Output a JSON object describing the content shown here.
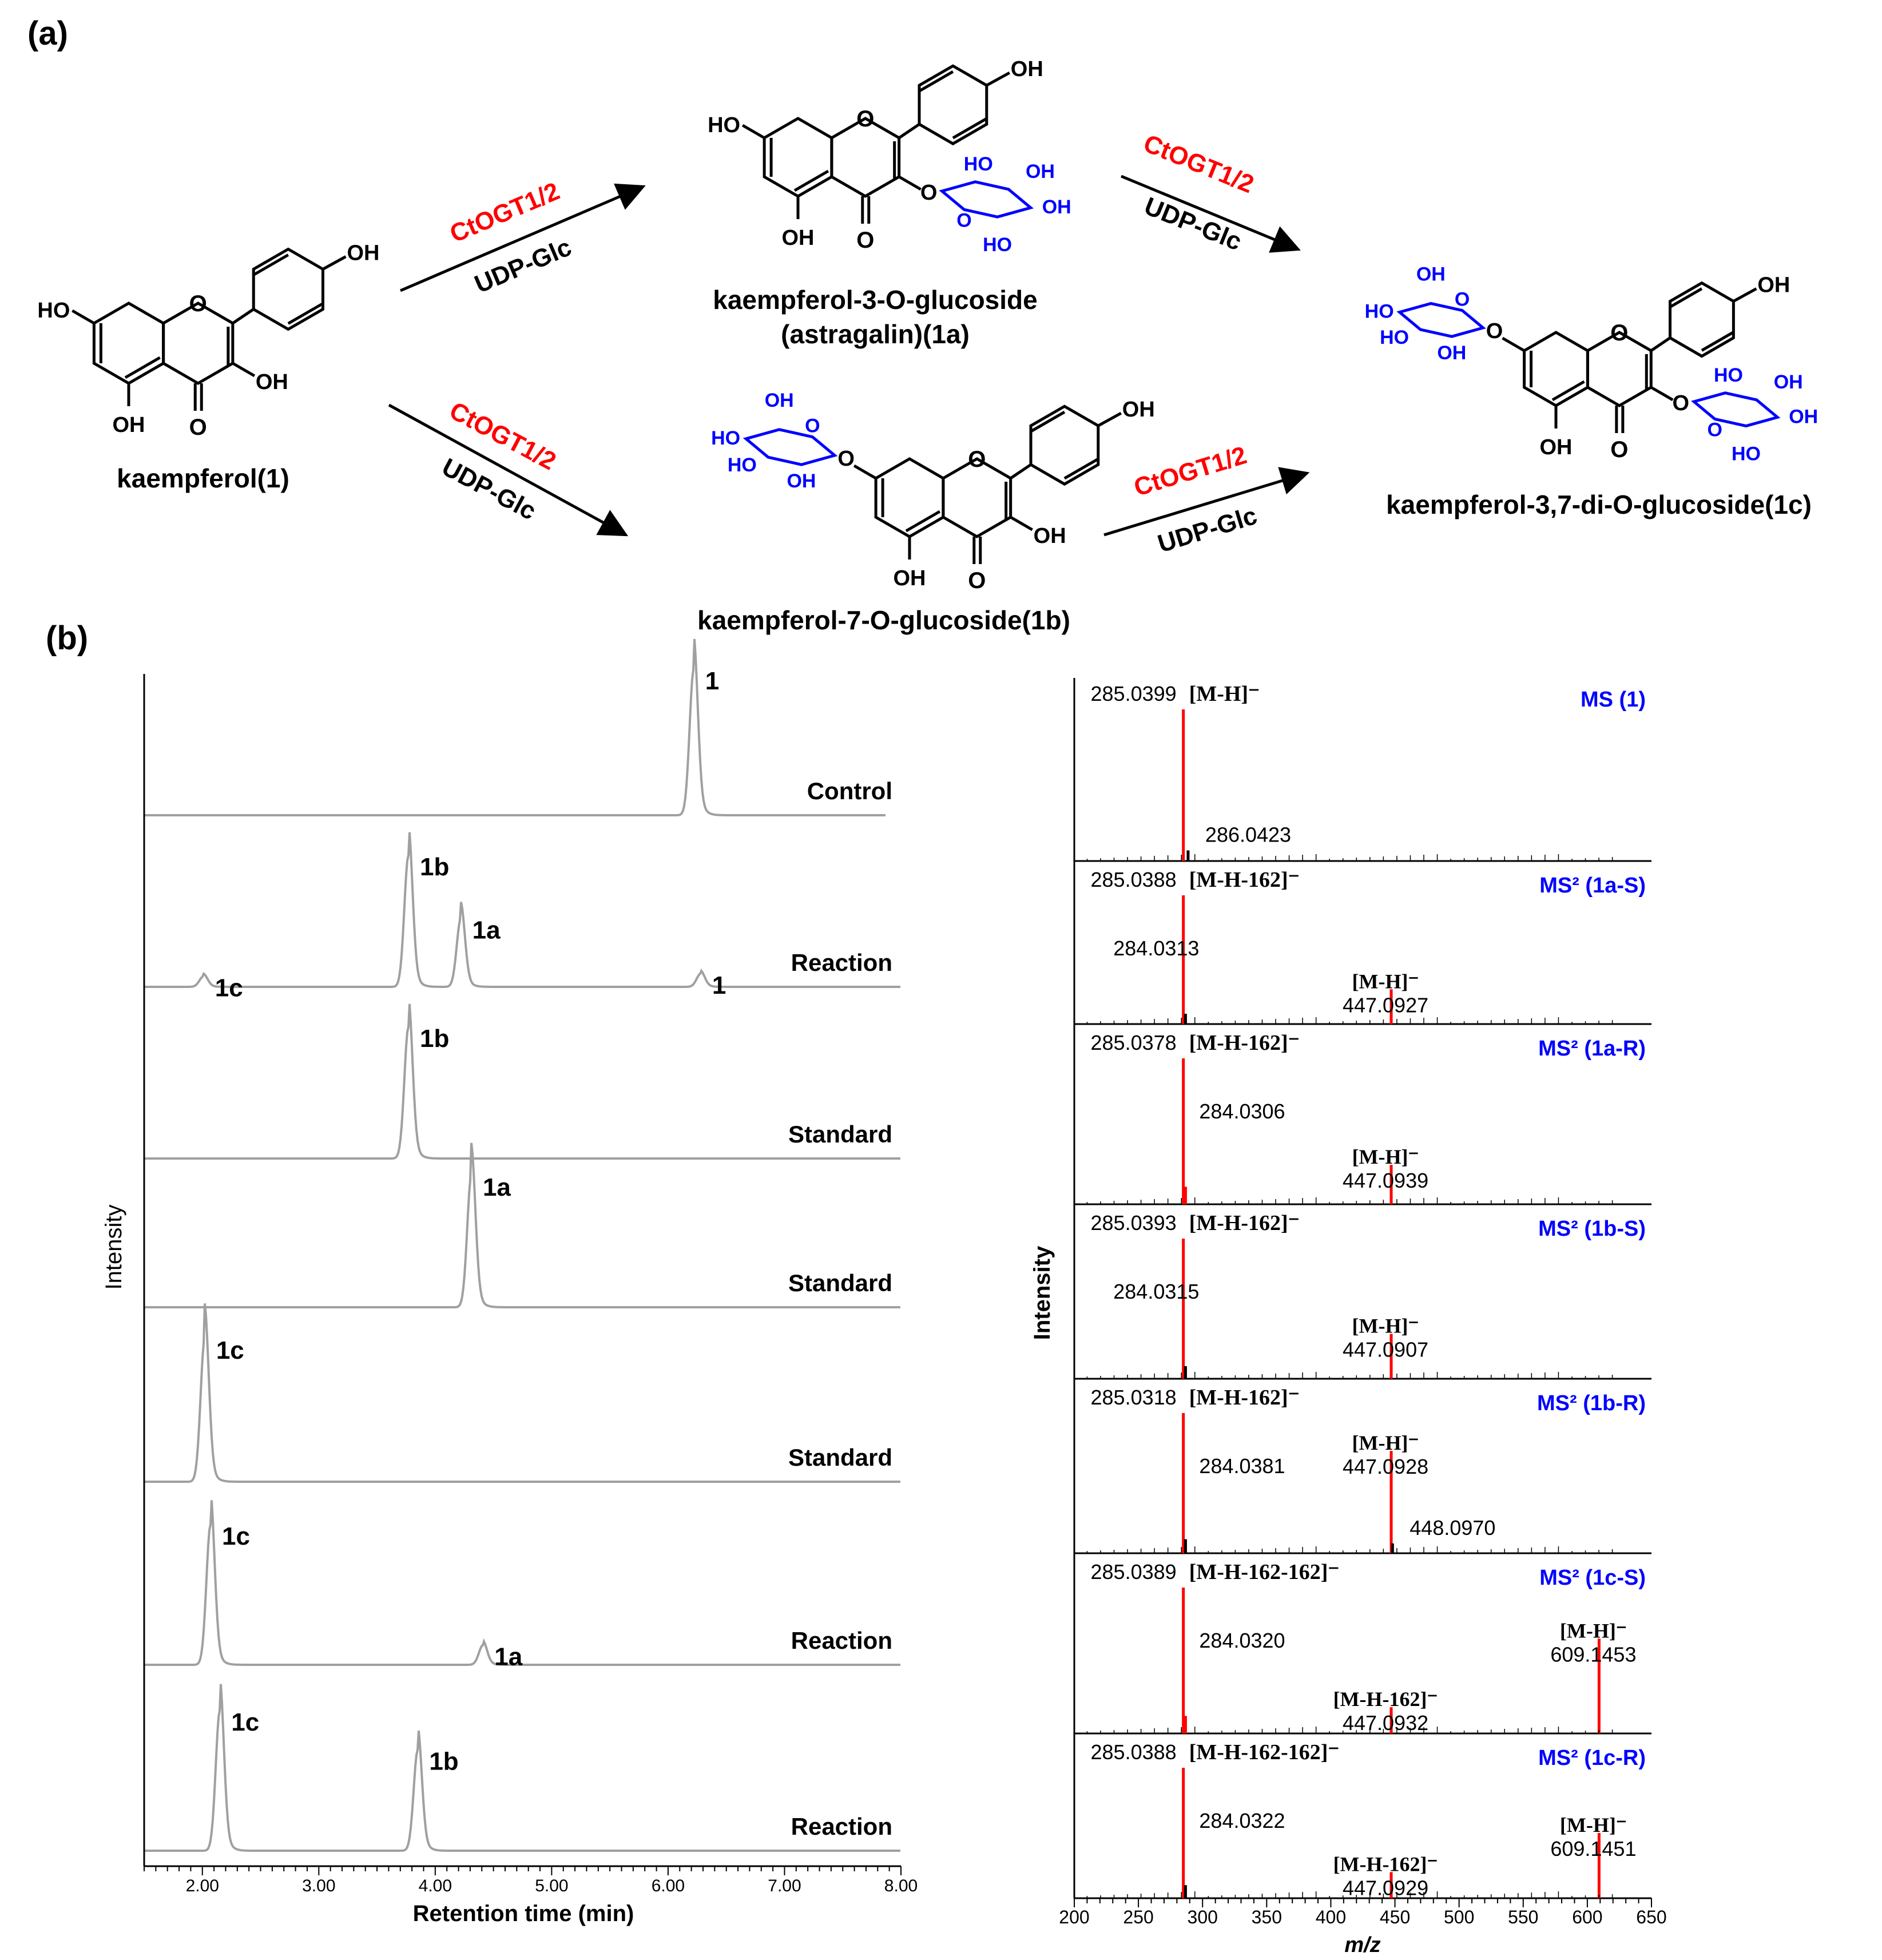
{
  "panel_a": {
    "label": "(a)",
    "enzyme": "CtOGT1/2",
    "donor": "UDP-Glc",
    "compounds": {
      "k1": "kaempferol(1)",
      "k1a_line1": "kaempferol-3-O-glucoside",
      "k1a_line2": "(astragalin)(1a)",
      "k1b": "kaempferol-7-O-glucoside(1b)",
      "k1c": "kaempferol-3,7-di-O-glucoside(1c)"
    },
    "atoms": {
      "OH": "OH",
      "HO": "HO",
      "O": "O"
    },
    "colors": {
      "enzyme": "#ff0000",
      "sugar": "#0000ff",
      "text": "#000000"
    }
  },
  "panel_b": {
    "label": "(b)",
    "colors": {
      "chromatogram": "#a0a0a0",
      "ms_peak": "#ff0000",
      "ms_label": "#0000ff"
    },
    "chart_data": [
      {
        "type": "line",
        "xlabel": "Retention time (min)",
        "ylabel": "Intensity",
        "xlim": [
          1.5,
          8.0
        ],
        "xticks": [
          "2.00",
          "3.00",
          "4.00",
          "5.00",
          "6.00",
          "7.00",
          "8.00"
        ],
        "series": [
          {
            "name": "Control",
            "peaks": [
              {
                "x": 6.22,
                "h": 1.0,
                "label": "1"
              }
            ]
          },
          {
            "name": "Reaction",
            "peaks": [
              {
                "x": 2.01,
                "h": 0.08,
                "label": "1c"
              },
              {
                "x": 3.77,
                "h": 1.0,
                "label": "1b"
              },
              {
                "x": 4.22,
                "h": 0.52,
                "label": "1a"
              },
              {
                "x": 6.28,
                "h": 0.1,
                "label": "1"
              }
            ]
          },
          {
            "name": "Standard",
            "peaks": [
              {
                "x": 3.77,
                "h": 1.0,
                "label": "1b"
              }
            ]
          },
          {
            "name": "Standard",
            "peaks": [
              {
                "x": 4.31,
                "h": 1.0,
                "label": "1a"
              }
            ]
          },
          {
            "name": "Standard",
            "peaks": [
              {
                "x": 2.02,
                "h": 1.0,
                "label": "1c"
              }
            ]
          },
          {
            "name": "Reaction",
            "peaks": [
              {
                "x": 2.07,
                "h": 1.0,
                "label": "1c"
              },
              {
                "x": 4.41,
                "h": 0.14,
                "label": "1a"
              }
            ]
          },
          {
            "name": "Reaction",
            "peaks": [
              {
                "x": 2.15,
                "h": 1.0,
                "label": "1c"
              },
              {
                "x": 3.85,
                "h": 0.72,
                "label": "1b"
              }
            ]
          }
        ]
      },
      {
        "type": "bar",
        "xlabel": "m/z",
        "ylabel": "Intensity",
        "xlim": [
          200,
          650
        ],
        "xticks": [
          "200",
          "250",
          "300",
          "350",
          "400",
          "450",
          "500",
          "550",
          "600",
          "650"
        ],
        "series": [
          {
            "name": "MS (1)",
            "peaks": [
              {
                "x": 285.0399,
                "h": 1.0,
                "label": "285.0399",
                "ion": "[M-H]⁻"
              },
              {
                "x": 286.0423,
                "h": 0.07,
                "label": "286.0423",
                "ion": ""
              }
            ]
          },
          {
            "name": "MS² (1a-S)",
            "peaks": [
              {
                "x": 285.0388,
                "h": 1.0,
                "label": "285.0388",
                "ion": "[M-H-162]⁻"
              },
              {
                "x": 284.0313,
                "h": 0.08,
                "label": "284.0313",
                "ion": ""
              },
              {
                "x": 447.0927,
                "h": 0.27,
                "label": "447.0927",
                "ion": "[M-H]⁻"
              }
            ]
          },
          {
            "name": "MS² (1a-R)",
            "peaks": [
              {
                "x": 285.0378,
                "h": 1.0,
                "label": "285.0378",
                "ion": "[M-H-162]⁻"
              },
              {
                "x": 284.0306,
                "h": 0.12,
                "label": "284.0306",
                "ion": ""
              },
              {
                "x": 447.0939,
                "h": 0.27,
                "label": "447.0939",
                "ion": "[M-H]⁻"
              }
            ]
          },
          {
            "name": "MS² (1b-S)",
            "peaks": [
              {
                "x": 285.0393,
                "h": 1.0,
                "label": "285.0393",
                "ion": "[M-H-162]⁻"
              },
              {
                "x": 284.0315,
                "h": 0.09,
                "label": "284.0315",
                "ion": ""
              },
              {
                "x": 447.0907,
                "h": 0.32,
                "label": "447.0907",
                "ion": "[M-H]⁻"
              }
            ]
          },
          {
            "name": "MS² (1b-R)",
            "peaks": [
              {
                "x": 285.0318,
                "h": 1.0,
                "label": "285.0318",
                "ion": "[M-H-162]⁻"
              },
              {
                "x": 284.0381,
                "h": 0.1,
                "label": "284.0381",
                "ion": ""
              },
              {
                "x": 447.0928,
                "h": 0.73,
                "label": "447.0928",
                "ion": "[M-H]⁻"
              },
              {
                "x": 448.097,
                "h": 0.07,
                "label": "448.0970",
                "ion": ""
              }
            ]
          },
          {
            "name": "MS² (1c-S)",
            "peaks": [
              {
                "x": 285.0389,
                "h": 1.0,
                "label": "285.0389",
                "ion": "[M-H-162-162]⁻"
              },
              {
                "x": 284.032,
                "h": 0.12,
                "label": "284.0320",
                "ion": ""
              },
              {
                "x": 447.0932,
                "h": 0.18,
                "label": "447.0932",
                "ion": "[M-H-162]⁻"
              },
              {
                "x": 609.1453,
                "h": 0.65,
                "label": "609.1453",
                "ion": "[M-H]⁻"
              }
            ]
          },
          {
            "name": "MS² (1c-R)",
            "peaks": [
              {
                "x": 285.0388,
                "h": 1.0,
                "label": "285.0388",
                "ion": "[M-H-162-162]⁻"
              },
              {
                "x": 284.0322,
                "h": 0.1,
                "label": "284.0322",
                "ion": ""
              },
              {
                "x": 447.0929,
                "h": 0.2,
                "label": "447.0929",
                "ion": "[M-H-162]⁻"
              },
              {
                "x": 609.1451,
                "h": 0.5,
                "label": "609.1451",
                "ion": "[M-H]⁻"
              }
            ]
          }
        ]
      }
    ]
  }
}
